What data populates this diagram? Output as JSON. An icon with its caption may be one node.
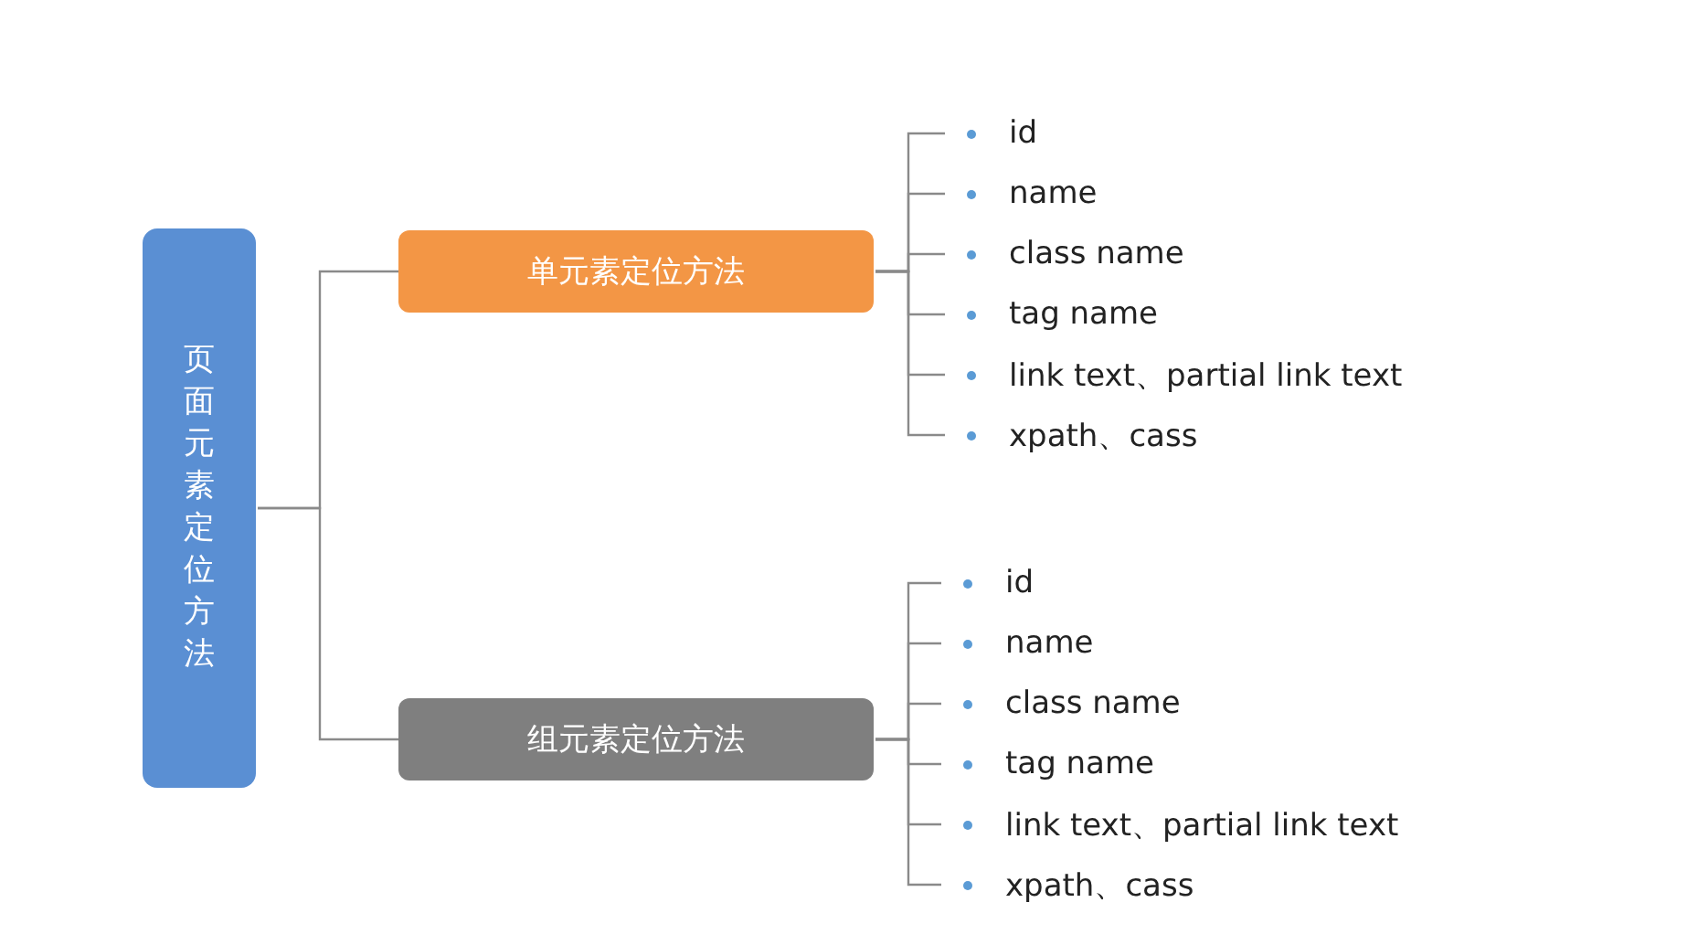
{
  "diagram": {
    "nodes": [
      {
        "text": [
          "页面元素定位方法"
        ]
      },
      {
        "text": [
          "单元素定位方法"
        ]
      },
      {
        "text": [
          "组元素定位方法"
        ]
      },
      {
        "text": [
          "id"
        ]
      },
      {
        "text": [
          "name"
        ]
      },
      {
        "text": [
          "class name"
        ]
      },
      {
        "text": [
          "tag name"
        ]
      },
      {
        "text": [
          "link text、partial link text"
        ]
      },
      {
        "text": [
          "xpath、cass"
        ]
      },
      {
        "text": [
          "id"
        ]
      },
      {
        "text": [
          "name"
        ]
      },
      {
        "text": [
          "class name"
        ]
      },
      {
        "text": [
          "tag name"
        ]
      },
      {
        "text": [
          "link text、partial link text"
        ]
      },
      {
        "text": [
          "xpath、cass"
        ]
      }
    ],
    "edges": [
      {
        "from": 0,
        "to": 1,
        "arrow": "none"
      },
      {
        "from": 0,
        "to": 2,
        "arrow": "none"
      },
      {
        "from": 1,
        "to": 3,
        "arrow": "none"
      },
      {
        "from": 1,
        "to": 4,
        "arrow": "none"
      },
      {
        "from": 1,
        "to": 5,
        "arrow": "none"
      },
      {
        "from": 1,
        "to": 6,
        "arrow": "none"
      },
      {
        "from": 1,
        "to": 7,
        "arrow": "none"
      },
      {
        "from": 1,
        "to": 8,
        "arrow": "none"
      },
      {
        "from": 2,
        "to": 9,
        "arrow": "none"
      },
      {
        "from": 2,
        "to": 10,
        "arrow": "none"
      },
      {
        "from": 2,
        "to": 11,
        "arrow": "none"
      },
      {
        "from": 2,
        "to": 12,
        "arrow": "none"
      },
      {
        "from": 2,
        "to": 13,
        "arrow": "none"
      },
      {
        "from": 2,
        "to": 14,
        "arrow": "none"
      }
    ]
  }
}
